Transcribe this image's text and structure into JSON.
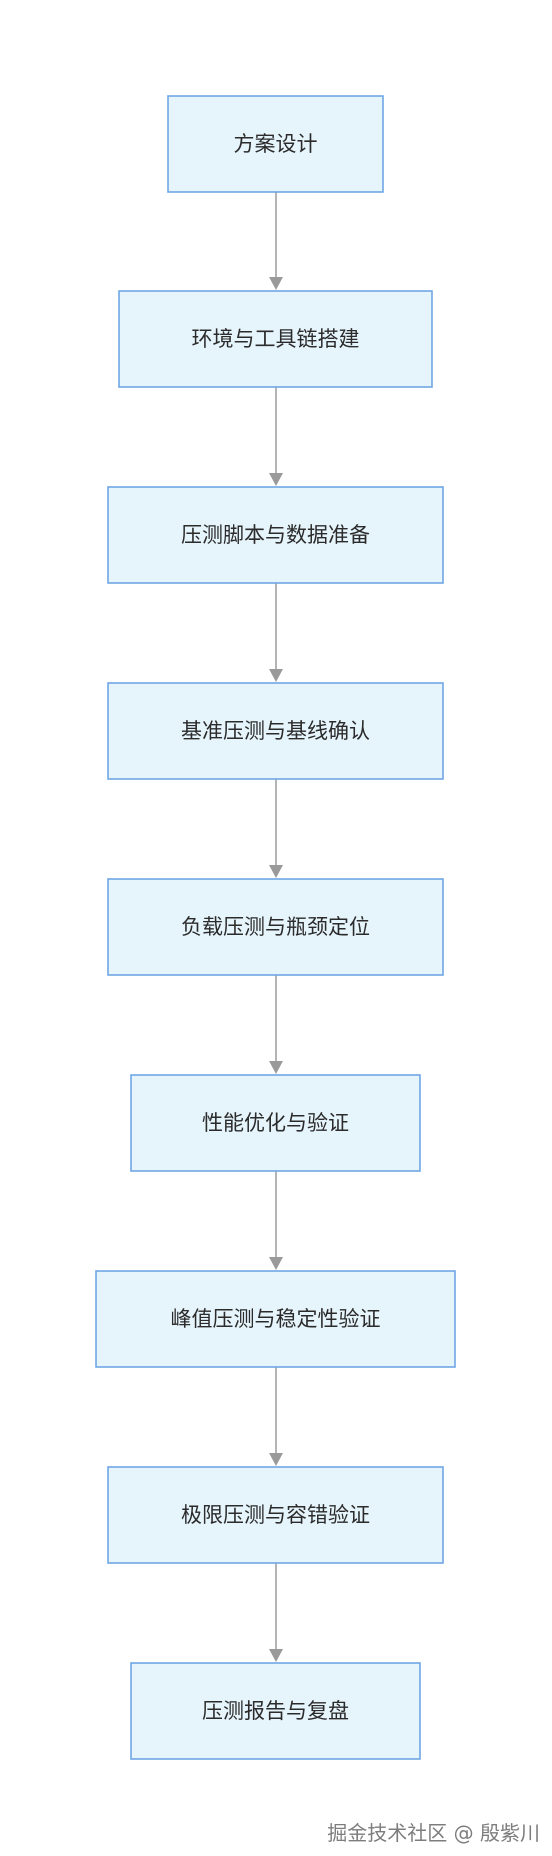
{
  "diagram": {
    "type": "flowchart",
    "direction": "top-to-bottom",
    "colors": {
      "node_fill": "#e6f4fc",
      "node_border": "#6fa6e4",
      "edge": "#9a9a9a",
      "text": "#2b2b2b"
    },
    "nodes": [
      {
        "id": "n1",
        "label": "方案设计"
      },
      {
        "id": "n2",
        "label": "环境与工具链搭建"
      },
      {
        "id": "n3",
        "label": "压测脚本与数据准备"
      },
      {
        "id": "n4",
        "label": "基准压测与基线确认"
      },
      {
        "id": "n5",
        "label": "负载压测与瓶颈定位"
      },
      {
        "id": "n6",
        "label": "性能优化与验证"
      },
      {
        "id": "n7",
        "label": "峰值压测与稳定性验证"
      },
      {
        "id": "n8",
        "label": "极限压测与容错验证"
      },
      {
        "id": "n9",
        "label": "压测报告与复盘"
      }
    ],
    "edges": [
      {
        "from": "n1",
        "to": "n2"
      },
      {
        "from": "n2",
        "to": "n3"
      },
      {
        "from": "n3",
        "to": "n4"
      },
      {
        "from": "n4",
        "to": "n5"
      },
      {
        "from": "n5",
        "to": "n6"
      },
      {
        "from": "n6",
        "to": "n7"
      },
      {
        "from": "n7",
        "to": "n8"
      },
      {
        "from": "n8",
        "to": "n9"
      }
    ]
  },
  "watermark": "掘金技术社区 @ 殷紫川"
}
